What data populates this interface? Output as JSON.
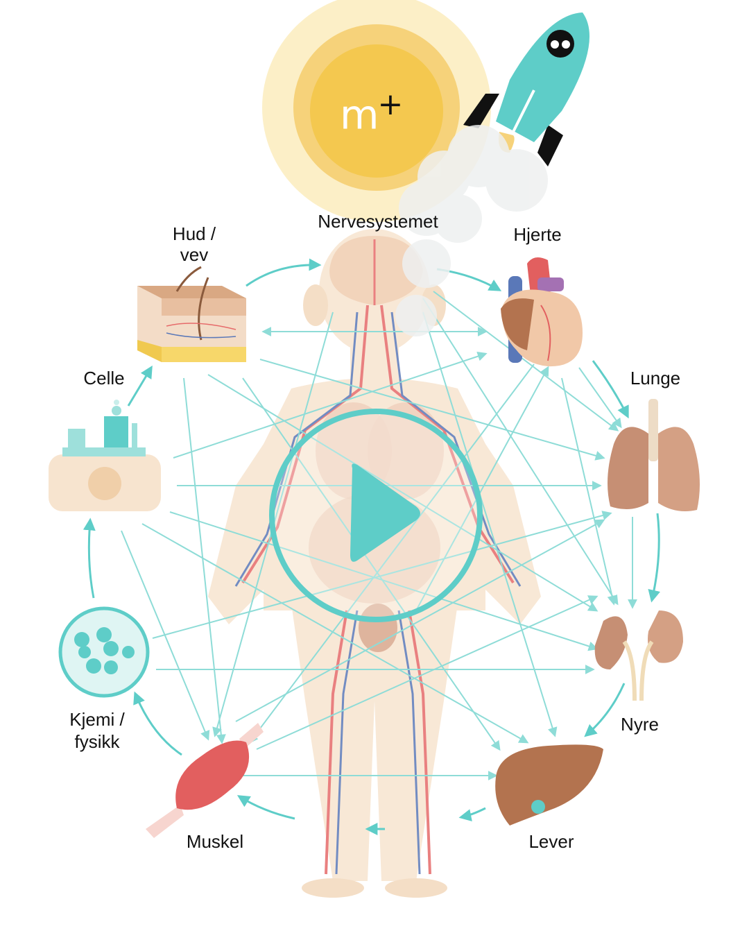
{
  "brand": {
    "logo": "m+",
    "logo_text": "m",
    "logo_plus": "+"
  },
  "colors": {
    "accent": "#5ecdc8",
    "arrow": "#8edcd7",
    "sun_outer": "#fbe9b4",
    "sun_mid": "#f6d27a",
    "sun_inner": "#f4c84f",
    "rocket": "#5ecdc8",
    "body_skin": "#f7e4cf",
    "artery": "#e66a6a",
    "vein": "#5a78b8",
    "organ_brown": "#b3734f",
    "lung": "#c68f74",
    "muscle": "#e25f5f"
  },
  "labels": {
    "nervesystemet": "Nervesystemet",
    "hjerte": "Hjerte",
    "hud_line1": "Hud /",
    "hud_line2": "vev",
    "lunge": "Lunge",
    "celle": "Celle",
    "nyre": "Nyre",
    "kjemi_line1": "Kjemi /",
    "kjemi_line2": "fysikk",
    "muskel": "Muskel",
    "lever": "Lever"
  },
  "icons": {
    "play": "play-icon",
    "rocket": "rocket-icon",
    "sun": "sun-logo-icon",
    "brain": "brain-icon",
    "heart": "heart-icon",
    "skin": "skin-tissue-icon",
    "lung": "lung-icon",
    "cell": "cell-factory-icon",
    "kidney": "kidney-icon",
    "chemistry": "petri-dish-icon",
    "muscle": "muscle-icon",
    "liver": "liver-icon",
    "body": "human-body-icon"
  }
}
